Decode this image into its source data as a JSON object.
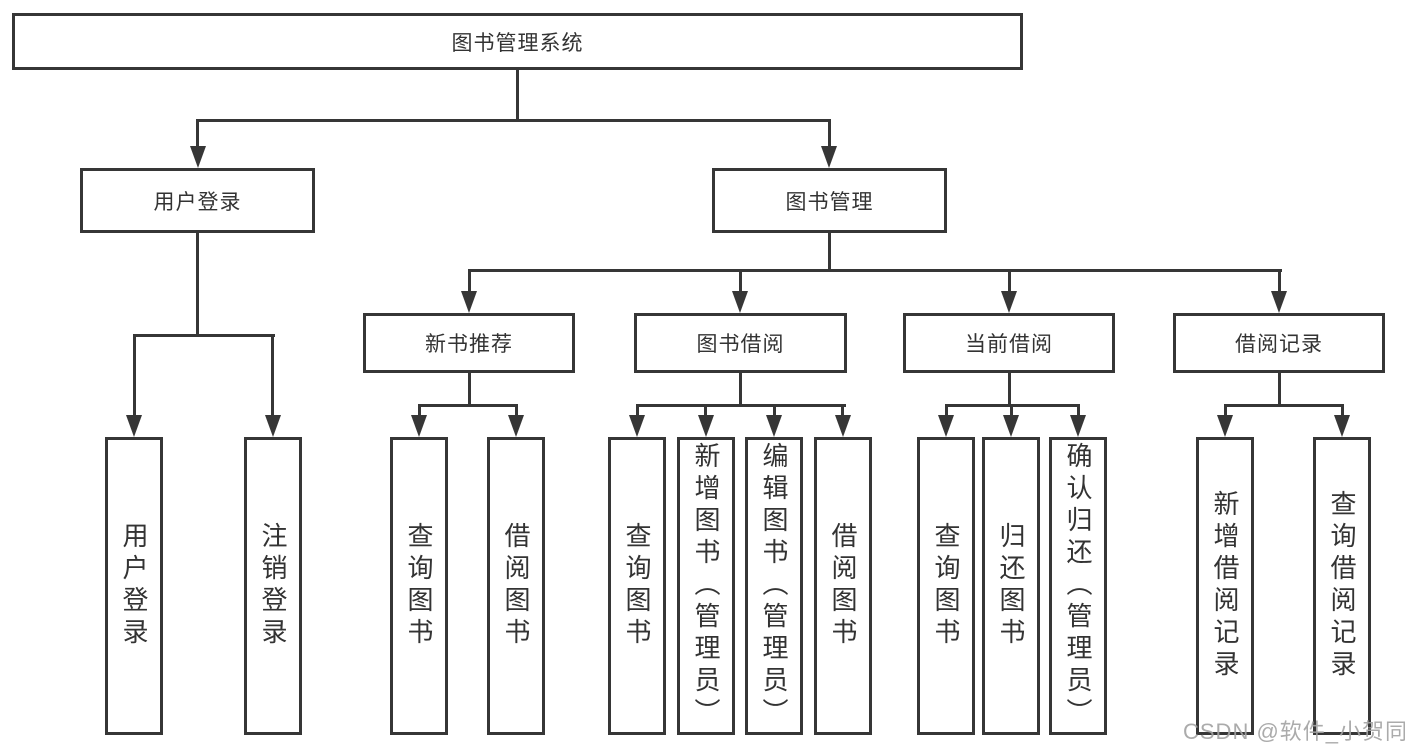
{
  "diagram": {
    "title": "图书管理系统",
    "level2": {
      "user_login": "用户登录",
      "book_mgmt": "图书管理"
    },
    "level3": {
      "new_book_rec": "新书推荐",
      "book_borrow": "图书借阅",
      "current_borrow": "当前借阅",
      "borrow_records": "借阅记录"
    },
    "leaves": {
      "user_login": "用户登录",
      "logout": "注销登录",
      "nb_query": "查询图书",
      "nb_borrow": "借阅图书",
      "bb_query": "查询图书",
      "bb_add": "新增图书（管理员）",
      "bb_edit": "编辑图书（管理员）",
      "bb_borrow": "借阅图书",
      "cb_query": "查询图书",
      "cb_return": "归还图书",
      "cb_confirm": "确认归还（管理员）",
      "br_add": "新增借阅记录",
      "br_query": "查询借阅记录"
    },
    "watermark": "CSDN @软件_小贺同学",
    "colors": {
      "line": "#363636",
      "text": "#333333",
      "watermark": "#a3a3a3",
      "background": "#ffffff"
    }
  }
}
